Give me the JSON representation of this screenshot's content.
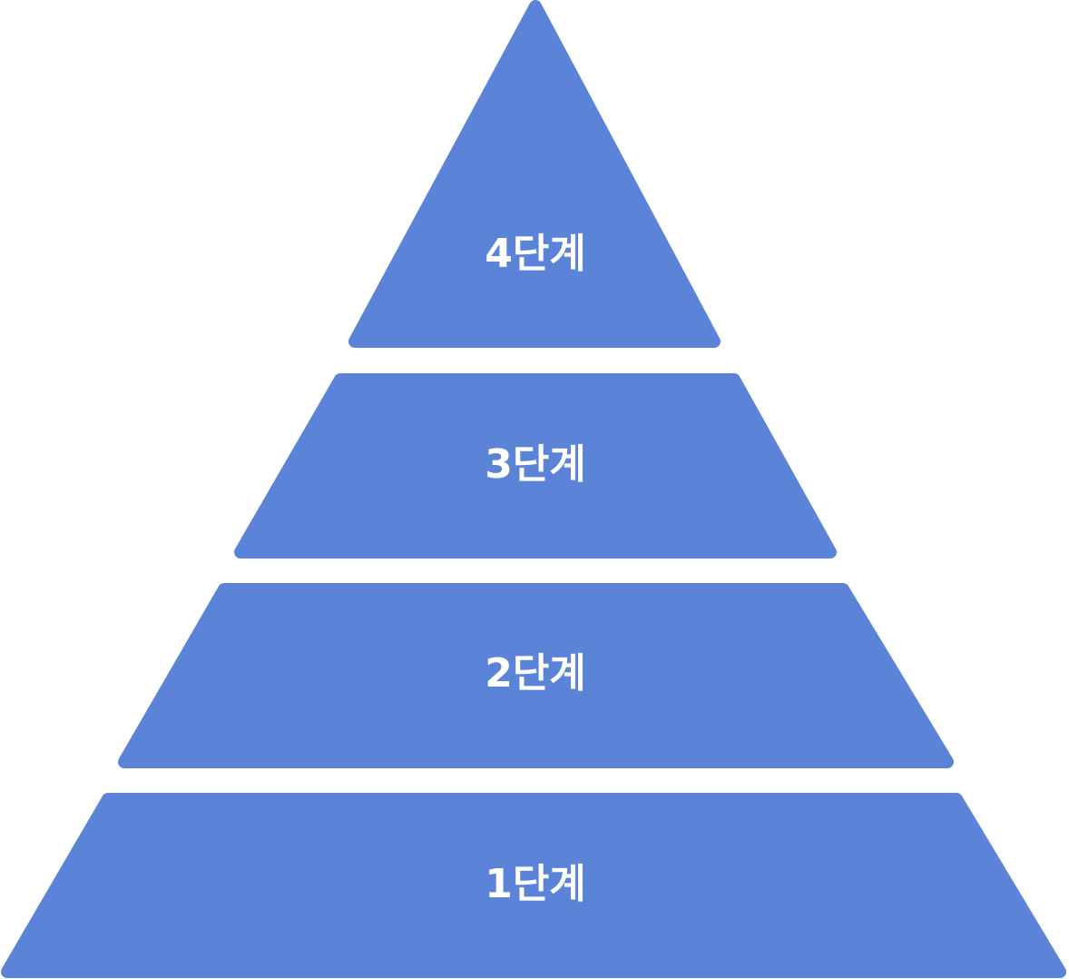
{
  "colors": {
    "tier_fill": "#5B84D9",
    "label_text": "#ffffff",
    "background": "#ffffff"
  },
  "tiers": [
    {
      "label": "4단계"
    },
    {
      "label": "3단계"
    },
    {
      "label": "2단계"
    },
    {
      "label": "1단계"
    }
  ]
}
